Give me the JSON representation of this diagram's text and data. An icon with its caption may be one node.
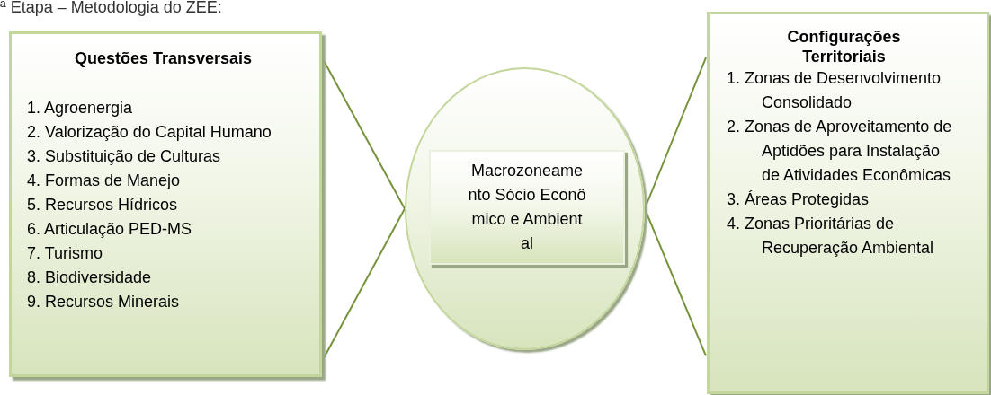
{
  "diagram": {
    "title": "ª Etapa – Metodologia do ZEE:",
    "nodes": [
      {
        "text": [
          "Questões Transversais",
          "1. Agroenergia",
          "2. Valorização do Capital Humano",
          "3. Substituição de Culturas",
          "4. Formas de Manejo",
          "5. Recursos Hídricos",
          "6. Articulação PED-MS",
          "7. Turismo",
          "8. Biodiversidade",
          "9. Recursos Minerais"
        ]
      },
      {
        "text": [],
        "shape": "circle"
      },
      {
        "text": [
          "Macrozoneamento Sócio Econômico e Ambiental"
        ],
        "in": 1
      },
      {
        "text": [
          "Configurações Territoriais",
          "1. Zonas de Desenvolvimento Consolidado",
          "2. Zonas de Aproveitamento de Aptidões para Instalação de Atividades Econômicas",
          "3.  Áreas Protegidas",
          "4. Zonas Prioritárias de Recuperação Ambiental"
        ]
      }
    ],
    "edges": [
      {
        "from": 0,
        "to": 1,
        "arrow": "none"
      },
      {
        "from": 0,
        "to": 1,
        "arrow": "none"
      },
      {
        "from": 1,
        "to": 3,
        "arrow": "none"
      },
      {
        "from": 1,
        "to": 3,
        "arrow": "none"
      }
    ]
  }
}
